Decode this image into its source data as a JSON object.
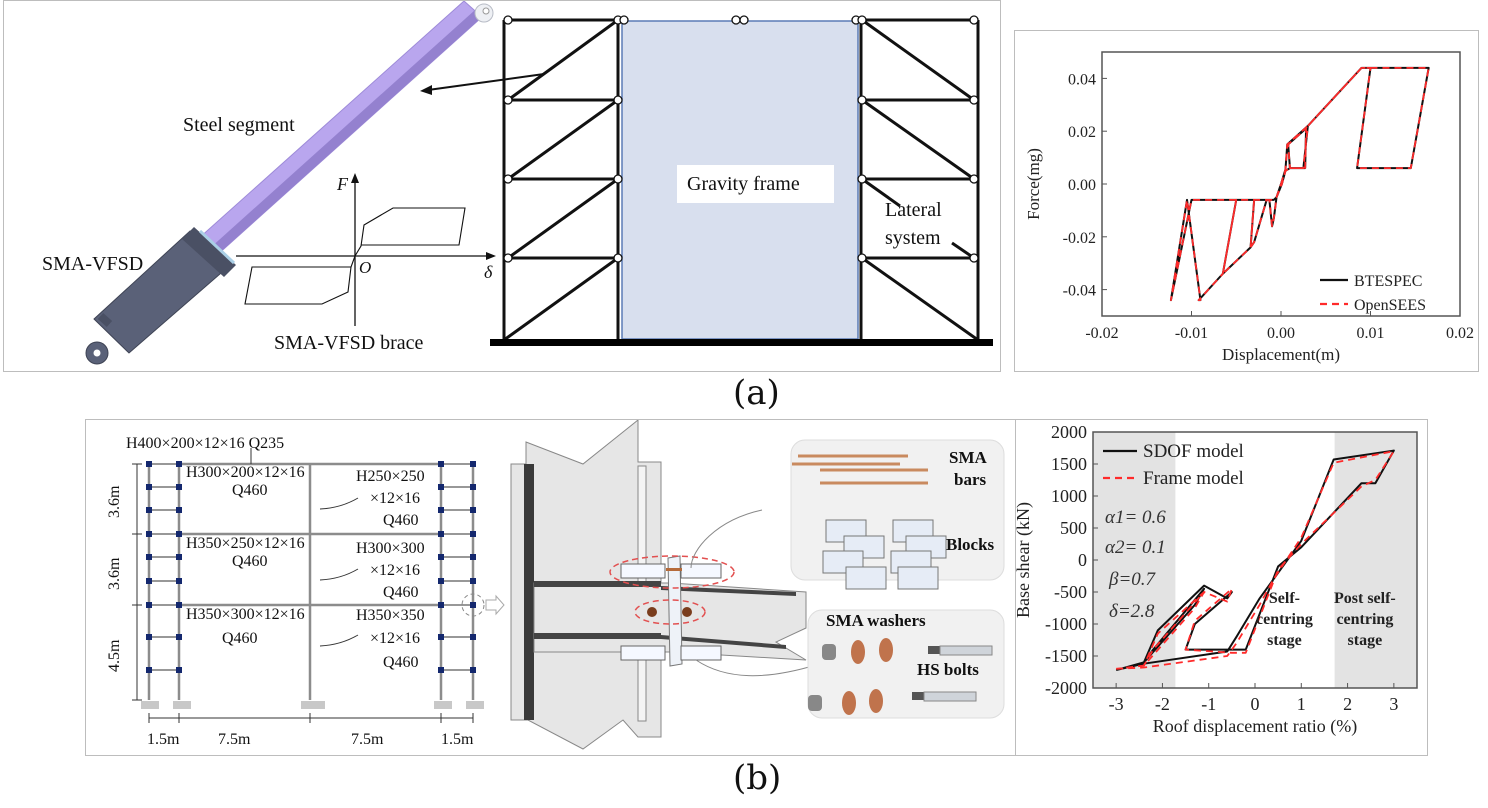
{
  "panel_a": {
    "caption": "(a)",
    "brace": {
      "steel_segment_label": "Steel segment",
      "sma_vfsd_label": "SMA-VFSD",
      "brace_label": "SMA-VFSD brace",
      "axis_f": "F",
      "axis_delta": "δ",
      "origin": "O"
    },
    "frame": {
      "gravity_frame_label": "Gravity frame",
      "lateral_label_line1": "Lateral",
      "lateral_label_line2": "system"
    },
    "colors": {
      "steel_segment": "#b9a6ee",
      "damper": "#5a6178",
      "gravity_fill": "#d8dfee",
      "gravity_edge": "#5b7bb5"
    }
  },
  "panel_b": {
    "caption": "(b)",
    "frame": {
      "roof_beam": "H400×200×12×16 Q235",
      "storey_heights": [
        "3.6m",
        "3.6m",
        "4.5m"
      ],
      "bay_widths": [
        "1.5m",
        "7.5m",
        "7.5m",
        "1.5m"
      ],
      "beams": [
        {
          "line1": "H300×200×12×16",
          "line2": "Q460"
        },
        {
          "line1": "H350×250×12×16",
          "line2": "Q460"
        },
        {
          "line1": "H350×300×12×16",
          "line2": "Q460"
        }
      ],
      "columns": [
        {
          "line1": "H250×250",
          "line2": "×12×16",
          "line3": "Q460"
        },
        {
          "line1": "H300×300",
          "line2": "×12×16",
          "line3": "Q460"
        },
        {
          "line1": "H350×350",
          "line2": "×12×16",
          "line3": "Q460"
        }
      ]
    },
    "connection": {
      "sma_bars_line1": "SMA",
      "sma_bars_line2": "bars",
      "blocks": "Blocks",
      "sma_washers": "SMA washers",
      "hs_bolts": "HS bolts"
    }
  },
  "chart_data": [
    {
      "type": "line",
      "title": "",
      "xlabel": "Displacement(m)",
      "ylabel": "Force(mg)",
      "xlim": [
        -0.02,
        0.02
      ],
      "ylim": [
        -0.05,
        0.05
      ],
      "xticks": [
        "-0.02",
        "-0.01",
        "0.00",
        "0.01",
        "0.02"
      ],
      "xtick_values": [
        -0.02,
        -0.01,
        0.0,
        0.01,
        0.02
      ],
      "yticks": [
        "0.04",
        "0.02",
        "0.00",
        "-0.02",
        "-0.04"
      ],
      "ytick_values": [
        0.04,
        0.02,
        0.0,
        -0.02,
        -0.04
      ],
      "grid": false,
      "legend_position": "bottom-right",
      "series": [
        {
          "name": "BTESPEC",
          "color": "#111111",
          "dash": "solid",
          "x": [
            0,
            0.0005,
            0.0007,
            0.003,
            0.009,
            0.0165,
            0.0145,
            0.0085,
            0.01,
            0.009,
            0.003,
            0.0025,
            0.001,
            0.0008,
            0.0028,
            0.0027,
            0.001,
            0.0005,
            0.0001,
            -0.0005,
            -0.0008,
            -0.001,
            -0.0013,
            -0.0016,
            -0.003,
            -0.0034,
            -0.003,
            -0.0034,
            -0.0065,
            -0.005,
            -0.0065,
            -0.0092,
            -0.009,
            -0.0105,
            -0.0123,
            -0.01,
            -0.009,
            -0.0008,
            -0.0005,
            0
          ],
          "y": [
            0,
            0.0055,
            0.015,
            0.022,
            0.044,
            0.044,
            0.006,
            0.006,
            0.044,
            0.044,
            0.022,
            0.006,
            0.006,
            0.015,
            0.021,
            0.006,
            0.006,
            0.005,
            0.0,
            -0.005,
            -0.013,
            -0.016,
            -0.006,
            -0.006,
            -0.022,
            -0.024,
            -0.006,
            -0.024,
            -0.034,
            -0.006,
            -0.034,
            -0.044,
            -0.044,
            -0.006,
            -0.044,
            -0.006,
            -0.006,
            -0.006,
            -0.005,
            0
          ]
        },
        {
          "name": "OpenSEES",
          "color": "#ff2a2a",
          "dash": "dashed",
          "x": [
            0,
            0.0005,
            0.0007,
            0.003,
            0.009,
            0.0165,
            0.0145,
            0.0085,
            0.01,
            0.009,
            0.003,
            0.0025,
            0.001,
            0.0008,
            0.0028,
            0.0027,
            0.001,
            0.0005,
            0.0001,
            -0.0005,
            -0.0008,
            -0.001,
            -0.0013,
            -0.0016,
            -0.003,
            -0.0034,
            -0.003,
            -0.0034,
            -0.0065,
            -0.005,
            -0.0065,
            -0.0092,
            -0.009,
            -0.0105,
            -0.0123,
            -0.01,
            -0.009,
            -0.0008,
            -0.0005,
            0
          ],
          "y": [
            0,
            0.0055,
            0.015,
            0.022,
            0.044,
            0.044,
            0.006,
            0.006,
            0.044,
            0.044,
            0.022,
            0.006,
            0.006,
            0.015,
            0.021,
            0.006,
            0.006,
            0.005,
            0.0,
            -0.005,
            -0.013,
            -0.016,
            -0.006,
            -0.006,
            -0.022,
            -0.024,
            -0.006,
            -0.024,
            -0.034,
            -0.006,
            -0.034,
            -0.044,
            -0.044,
            -0.006,
            -0.044,
            -0.006,
            -0.006,
            -0.006,
            -0.005,
            0
          ]
        }
      ]
    },
    {
      "type": "line",
      "title": "",
      "xlabel": "Roof displacement ratio (%)",
      "ylabel": "Base shear (kN)",
      "xlim": [
        -3.5,
        3.5
      ],
      "ylim": [
        -2000,
        2000
      ],
      "xticks": [
        "-3",
        "-2",
        "-1",
        "0",
        "1",
        "2",
        "3"
      ],
      "xtick_values": [
        -3,
        -2,
        -1,
        0,
        1,
        2,
        3
      ],
      "yticks": [
        "2000",
        "1500",
        "1000",
        "500",
        "0",
        "-500",
        "-1000",
        "-1500",
        "-2000"
      ],
      "ytick_values": [
        2000,
        1500,
        1000,
        500,
        0,
        -500,
        -1000,
        -1500,
        -2000
      ],
      "grid": false,
      "legend_position": "top-left",
      "shaded_regions": [
        {
          "from": -3.5,
          "to": -1.72,
          "color": "#e3e3e3"
        },
        {
          "from": 1.72,
          "to": 3.5,
          "color": "#e3e3e3"
        }
      ],
      "annotations": [
        {
          "text": "α1= 0.6"
        },
        {
          "text": "α2= 0.1"
        },
        {
          "text": "β=0.7"
        },
        {
          "text": "δ=2.8"
        },
        {
          "text": "Self-\ncentring\nstage",
          "x": 0.9,
          "y": -800
        },
        {
          "text": "Post self-\ncentring\nstage",
          "x": 2.6,
          "y": -800
        }
      ],
      "series": [
        {
          "name": "SDOF model",
          "color": "#111111",
          "dash": "solid",
          "x": [
            -3.0,
            -2.4,
            -0.6,
            -0.4,
            0.1,
            0.4,
            1.0,
            1.7,
            3.0,
            2.6,
            2.3,
            1.0,
            0.5,
            -0.2,
            -0.5,
            -1.5,
            -1.3,
            -0.5,
            -0.6,
            -1.1,
            -2.1,
            -2.4,
            -2.2,
            -1.1,
            -1.3,
            -2.4,
            -3.0
          ],
          "y": [
            -1720,
            -1620,
            -1430,
            -1200,
            -600,
            -300,
            300,
            1570,
            1710,
            1200,
            1200,
            200,
            -100,
            -1400,
            -1400,
            -1400,
            -1000,
            -500,
            -600,
            -400,
            -1100,
            -1600,
            -1400,
            -450,
            -700,
            -1600,
            -1720
          ]
        },
        {
          "name": "Frame model",
          "color": "#ff2a2a",
          "dash": "dashed",
          "x": [
            -3.0,
            -2.4,
            -0.6,
            -0.4,
            0.1,
            0.4,
            1.0,
            1.7,
            3.0,
            2.6,
            2.3,
            1.0,
            0.5,
            -0.2,
            -0.5,
            -1.5,
            -1.3,
            -0.5,
            -0.6,
            -1.1,
            -2.1,
            -2.4,
            -2.2,
            -1.1,
            -1.3,
            -2.4,
            -3.0
          ],
          "y": [
            -1700,
            -1680,
            -1500,
            -1300,
            -700,
            -300,
            350,
            1520,
            1700,
            1250,
            1150,
            250,
            -150,
            -1450,
            -1450,
            -1400,
            -950,
            -450,
            -650,
            -500,
            -1150,
            -1650,
            -1400,
            -500,
            -750,
            -1650,
            -1700
          ]
        }
      ]
    }
  ]
}
